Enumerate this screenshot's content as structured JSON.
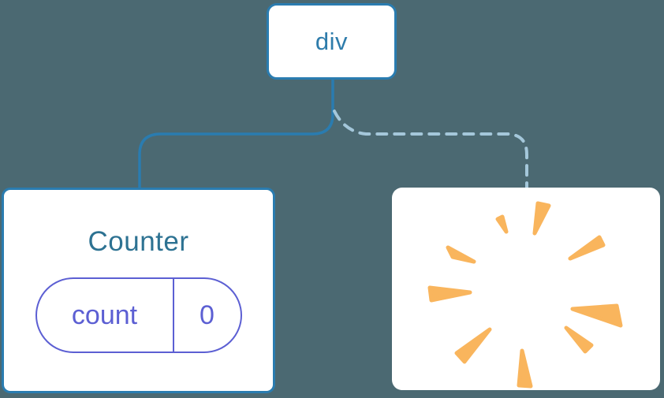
{
  "tree": {
    "root": {
      "label": "div"
    },
    "links": [
      {
        "type": "solid",
        "from": "root",
        "to": "counter"
      },
      {
        "type": "dashed",
        "from": "root",
        "to": "removed"
      }
    ],
    "children": [
      {
        "id": "counter",
        "title": "Counter",
        "state_pill": {
          "key": "count",
          "value": "0"
        }
      },
      {
        "id": "removed",
        "icon": "poof-burst-icon"
      }
    ]
  },
  "colors": {
    "background": "#4b6972",
    "node_background": "#ffffff",
    "node_border": "#2a7cb0",
    "root_label_text": "#2e7cab",
    "counter_title_text": "#2d7292",
    "state_pill_accent": "#5c5fd3",
    "solid_link": "#2a7cb0",
    "dashed_link": "#a4c7da",
    "burst_orange": "#f9b55d"
  }
}
